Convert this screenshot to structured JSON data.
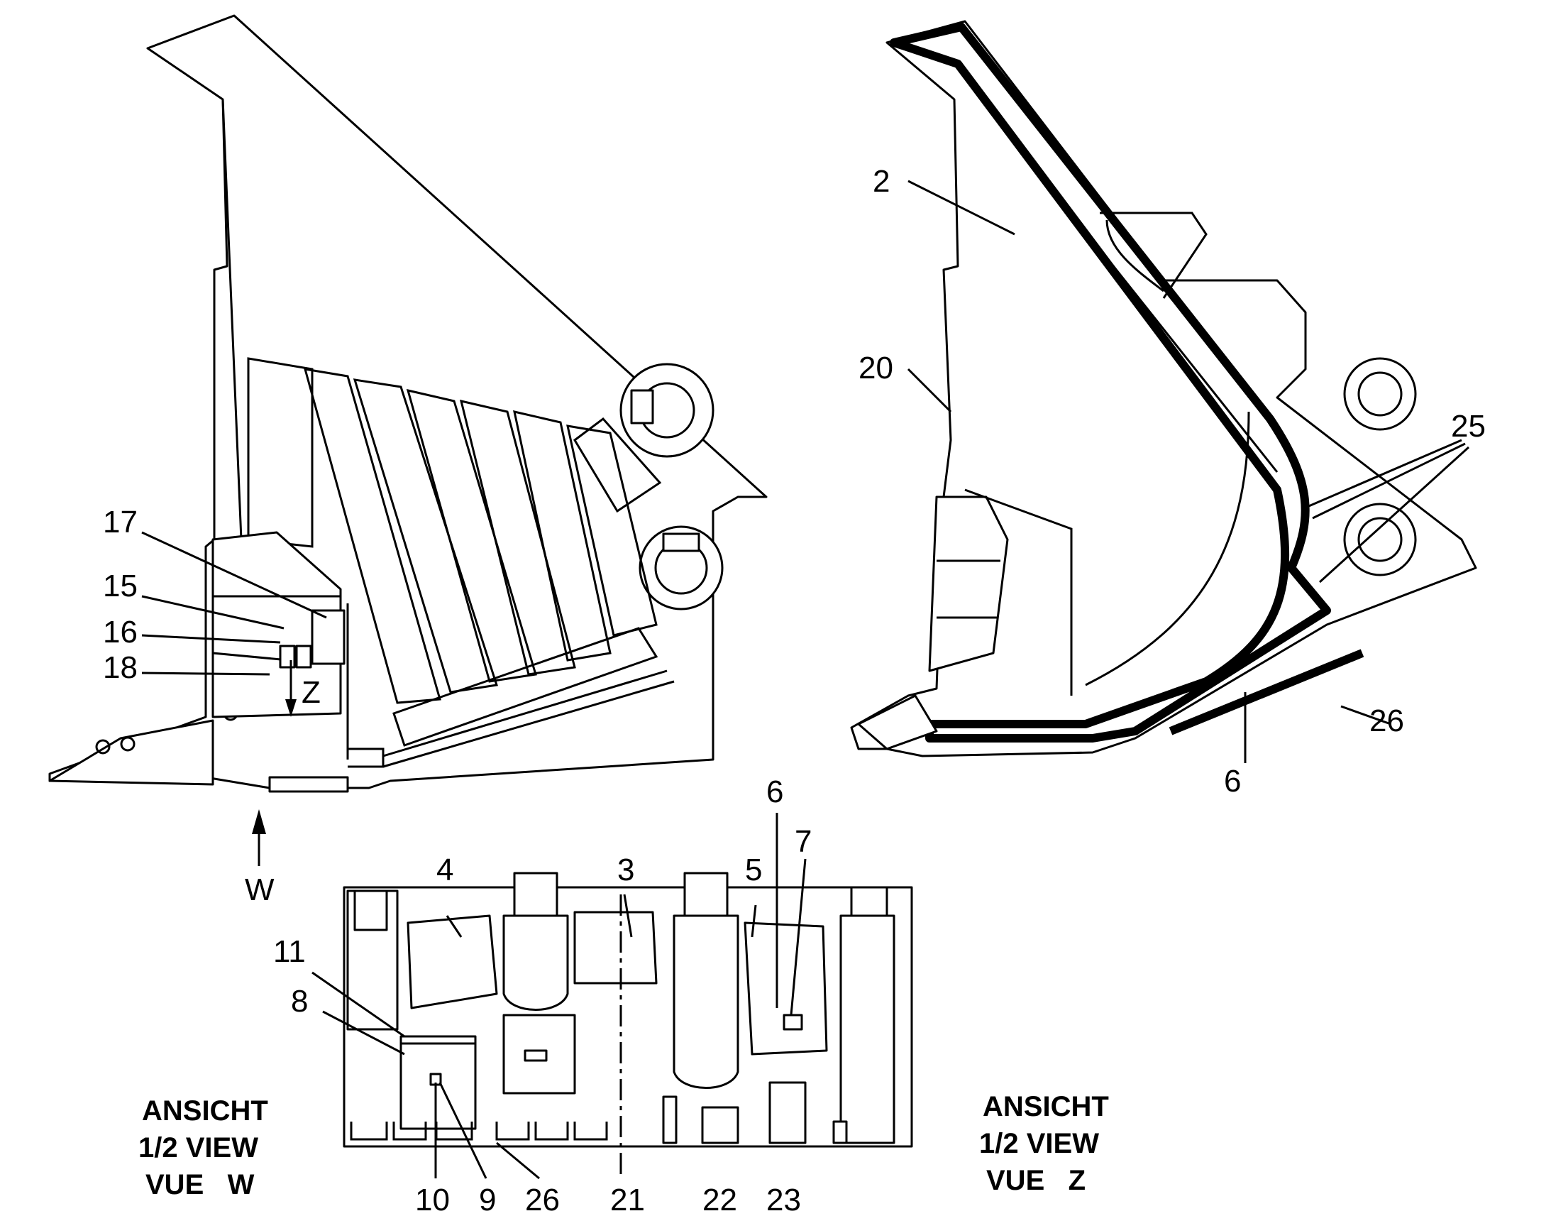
{
  "labels": {
    "l2": "2",
    "l3": "3",
    "l4": "4",
    "l5": "5",
    "l6a": "6",
    "l6b": "6",
    "l7": "7",
    "l8": "8",
    "l9": "9",
    "l10": "10",
    "l11": "11",
    "l15": "15",
    "l16": "16",
    "l17": "17",
    "l18": "18",
    "l20": "20",
    "l21": "21",
    "l22": "22",
    "l23": "23",
    "l25": "25",
    "l26a": "26",
    "l26b": "26",
    "lz": "Z",
    "lw": "W"
  },
  "captions": {
    "view_w": {
      "line1": "ANSICHT",
      "line2": "1/2 VIEW",
      "line3": "VUE   W"
    },
    "view_z": {
      "line1": "ANSICHT",
      "line2": "1/2 VIEW",
      "line3": "VUE   Z"
    }
  }
}
